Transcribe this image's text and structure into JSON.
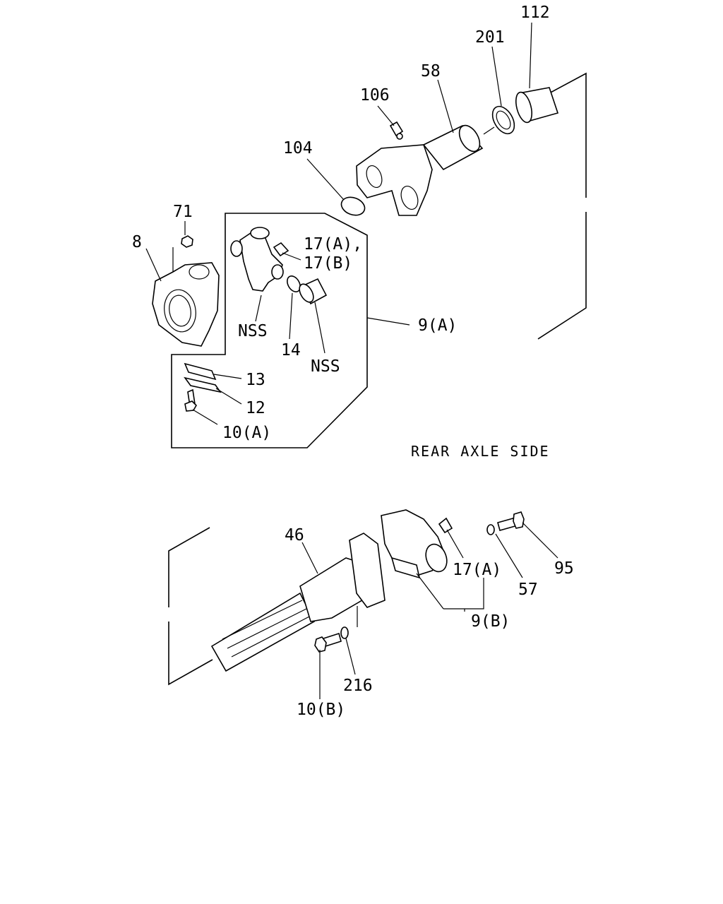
{
  "caption": "REAR AXLE SIDE",
  "callouts": {
    "c112": "112",
    "c201": "201",
    "c58": "58",
    "c106": "106",
    "c104": "104",
    "c71": "71",
    "c8": "8",
    "c17a_17b_1": "17(A),",
    "c17a_17b_2": "17(B)",
    "c9a": "9(A)",
    "cnss1": "NSS",
    "c14": "14",
    "cnss2": "NSS",
    "c13": "13",
    "c12": "12",
    "c10a": "10(A)",
    "c46": "46",
    "c17a_low": "17(A)",
    "c95": "95",
    "c57": "57",
    "c9b": "9(B)",
    "c216": "216",
    "c10b": "10(B)"
  }
}
